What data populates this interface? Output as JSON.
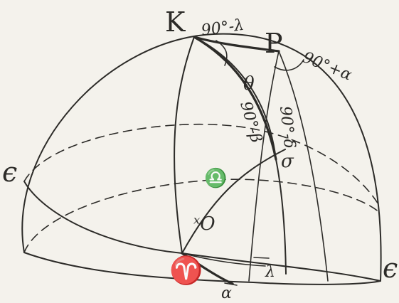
{
  "labels": {
    "K": "K",
    "P": "P",
    "angle_k": "90°-λ",
    "angle_p": "90°+α",
    "arc_kp": "θ",
    "arc_beta": "90°-β",
    "arc_delta": "90°-δ",
    "sigma": "σ",
    "libra": "♎",
    "origin": "ˣO",
    "aries": "♈",
    "lambda": "λ",
    "alpha": "α",
    "eps_left": "ϵ",
    "eps_right": "ϵ"
  }
}
